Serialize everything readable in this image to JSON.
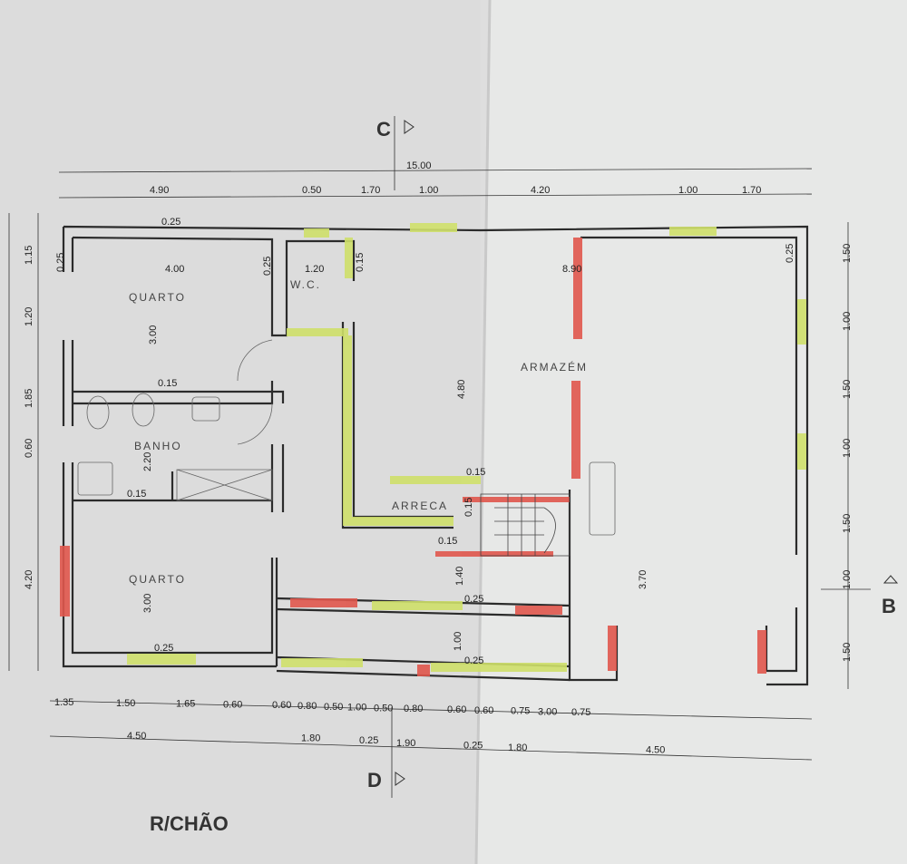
{
  "sheet": {
    "title": "R/CHÃO",
    "section_c": "C",
    "section_d": "D",
    "section_b": "B"
  },
  "rooms": {
    "quarto_top": "QUARTO",
    "wc": "W.C.",
    "banho": "BANHO",
    "quarto_bottom": "QUARTO",
    "arrecadacao": "ARRECA",
    "armazem": "ARMAZÉM"
  },
  "dims": {
    "top_total": "15.00",
    "top": [
      "4.90",
      "0.50",
      "1.70",
      "1.00",
      "4.20",
      "1.00",
      "1.70"
    ],
    "bottom_row1": [
      "1.35",
      "1.50",
      "1.65",
      "0.60",
      "0.60",
      "0.80",
      "0.50",
      "1.00",
      "0.50",
      "0.80",
      "0.60",
      "0.60",
      "0.75",
      "3.00",
      "0.75"
    ],
    "bottom_row2": [
      "4.50",
      "1.80",
      "0.25",
      "1.90",
      "0.25",
      "1.80",
      "4.50"
    ],
    "left": [
      "1.15",
      "1.20",
      "1.85",
      "0.60",
      "4.20"
    ],
    "right": [
      "1.50",
      "1.00",
      "1.50",
      "1.00",
      "1.50",
      "1.00",
      "1.50"
    ],
    "interior": {
      "wall_025_top": "0.25",
      "wall_025_left": "0.25",
      "wall_025_mid": "0.25",
      "quarto_width": "4.00",
      "wc_width": "1.20",
      "wc_wall": "0.15",
      "armazem_width": "8.90",
      "armazem_wall": "0.25",
      "quarto_height": "3.00",
      "bath_wall_top": "0.15",
      "bath_height": "2.20",
      "bath_wall_bottom": "0.15",
      "quarto2_height": "3.00",
      "quarto2_wall": "0.25",
      "hall_height": "4.80",
      "stair_wall_015a": "0.15",
      "stair_wall_015b": "0.15",
      "stair_wall_015c": "0.15",
      "stair_height": "1.40",
      "corridor_wall": "0.25",
      "corridor_height": "1.00",
      "corridor_wall_bottom": "0.25",
      "armazem_height": "3.70"
    }
  }
}
